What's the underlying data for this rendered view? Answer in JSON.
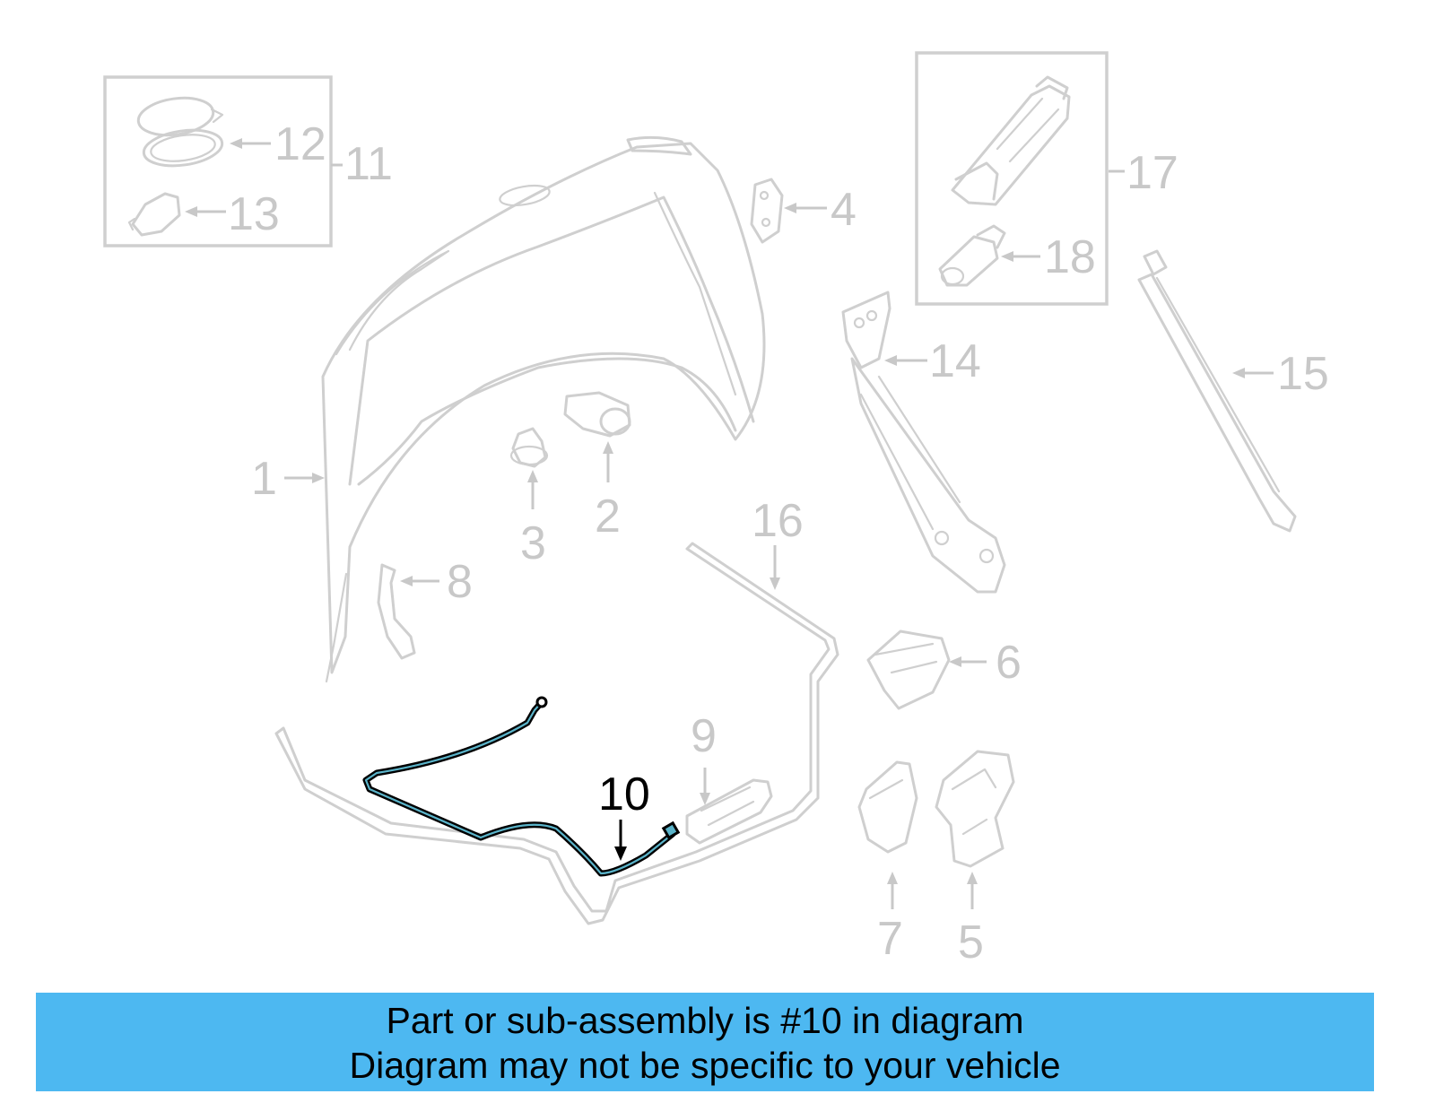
{
  "callouts": {
    "c1": "1",
    "c2": "2",
    "c3": "3",
    "c4": "4",
    "c5": "5",
    "c6": "6",
    "c7": "7",
    "c8": "8",
    "c9": "9",
    "c10": "10",
    "c11": "11",
    "c12": "12",
    "c13": "13",
    "c14": "14",
    "c15": "15",
    "c16": "16",
    "c17": "17",
    "c18": "18"
  },
  "highlighted_part": "10",
  "colors": {
    "banner": "#4db8f1",
    "part_lines": "#cfcfcf",
    "highlight": "#000000",
    "cable_core": "#5ab3c9"
  },
  "banner": {
    "line1": "Part or sub-assembly is #10 in diagram",
    "line2": "Diagram may not be specific to your vehicle"
  }
}
